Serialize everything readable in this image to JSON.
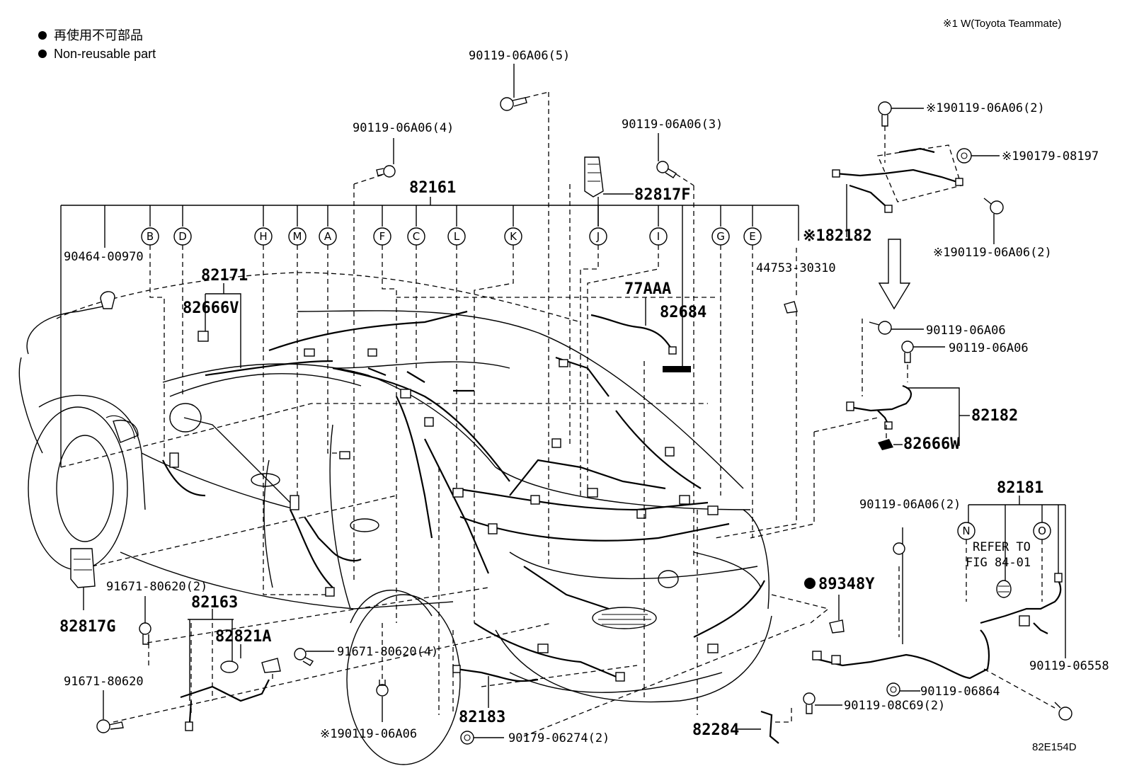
{
  "legend": {
    "items": [
      {
        "text": "再使用不可部品"
      },
      {
        "text": "Non-reusable part"
      }
    ]
  },
  "note_top_right": "※1 W(Toyota Teammate)",
  "figure_code": "82E154D",
  "harness_main": "82161",
  "connector_letters": [
    "B",
    "D",
    "H",
    "M",
    "A",
    "F",
    "C",
    "L",
    "K",
    "J",
    "I",
    "G",
    "E",
    "N",
    "O"
  ],
  "callouts": {
    "c_90119_5": "90119-06A06(5)",
    "c_90119_4": "90119-06A06(4)",
    "c_90119_3": "90119-06A06(3)",
    "c_82817F": "82817F",
    "c_90464": "90464-00970",
    "c_82171": "82171",
    "c_82666V": "82666V",
    "c_77AAA": "77AAA",
    "c_82684": "82684",
    "c_44753": "44753-30310",
    "c_tr1": "※190119-06A06(2)",
    "c_tr2": "※190179-08197",
    "c_tr3": "※182182",
    "c_tr4": "※190119-06A06(2)",
    "c_r1": "90119-06A06",
    "c_r2": "90119-06A06",
    "c_82182": "82182",
    "c_82666W": "82666W",
    "c_82181": "82181",
    "c_refer1": "REFER TO",
    "c_refer2": "FIG 84-01",
    "c_r_9011906A06_2": "90119-06A06(2)",
    "c_89348Y": "89348Y",
    "c_90119_06558": "90119-06558",
    "c_90119_06864": "90119-06864",
    "c_90119_08C69": "90119-08C69(2)",
    "c_82284": "82284",
    "c_82183": "82183",
    "c_90179_06274": "90179-06274(2)",
    "c_x1_90119": "※190119-06A06",
    "c_91671_4": "91671-80620(4)",
    "c_91671_2": "91671-80620(2)",
    "c_82817G": "82817G",
    "c_82163": "82163",
    "c_82821A": "82821A",
    "c_91671": "91671-80620"
  }
}
